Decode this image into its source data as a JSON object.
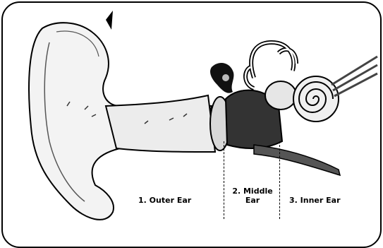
{
  "labels": {
    "outer": "1. Outer Ear",
    "middle_line1": "2. Middle",
    "middle_line2": "Ear",
    "inner": "3. Inner Ear"
  }
}
